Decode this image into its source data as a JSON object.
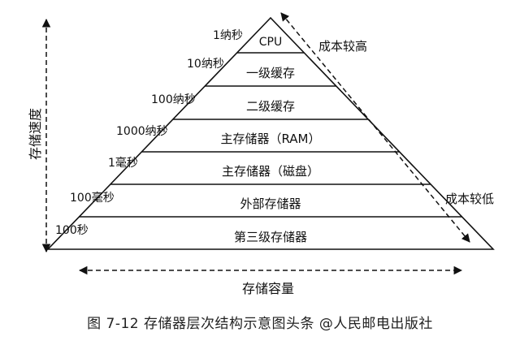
{
  "caption": "图 7-12  存储器层次结构示意图头条 @人民邮电出版社",
  "levels": [
    {
      "name": "CPU",
      "latency": "1纳秒"
    },
    {
      "name": "一级缓存",
      "latency": "10纳秒"
    },
    {
      "name": "二级缓存",
      "latency": "100纳秒"
    },
    {
      "name": "主存储器（RAM）",
      "latency": "1000纳秒"
    },
    {
      "name": "主存储器（磁盘）",
      "latency": "1毫秒"
    },
    {
      "name": "外部存储器",
      "latency": "100毫秒"
    },
    {
      "name": "第三级存储器",
      "latency": "100秒"
    }
  ],
  "axes": {
    "left_vertical": "存储速度",
    "bottom_horizontal": "存储容量",
    "right_top": "成本较高",
    "right_bottom": "成本较低"
  },
  "colors": {
    "line": "#111111",
    "text": "#111111"
  }
}
